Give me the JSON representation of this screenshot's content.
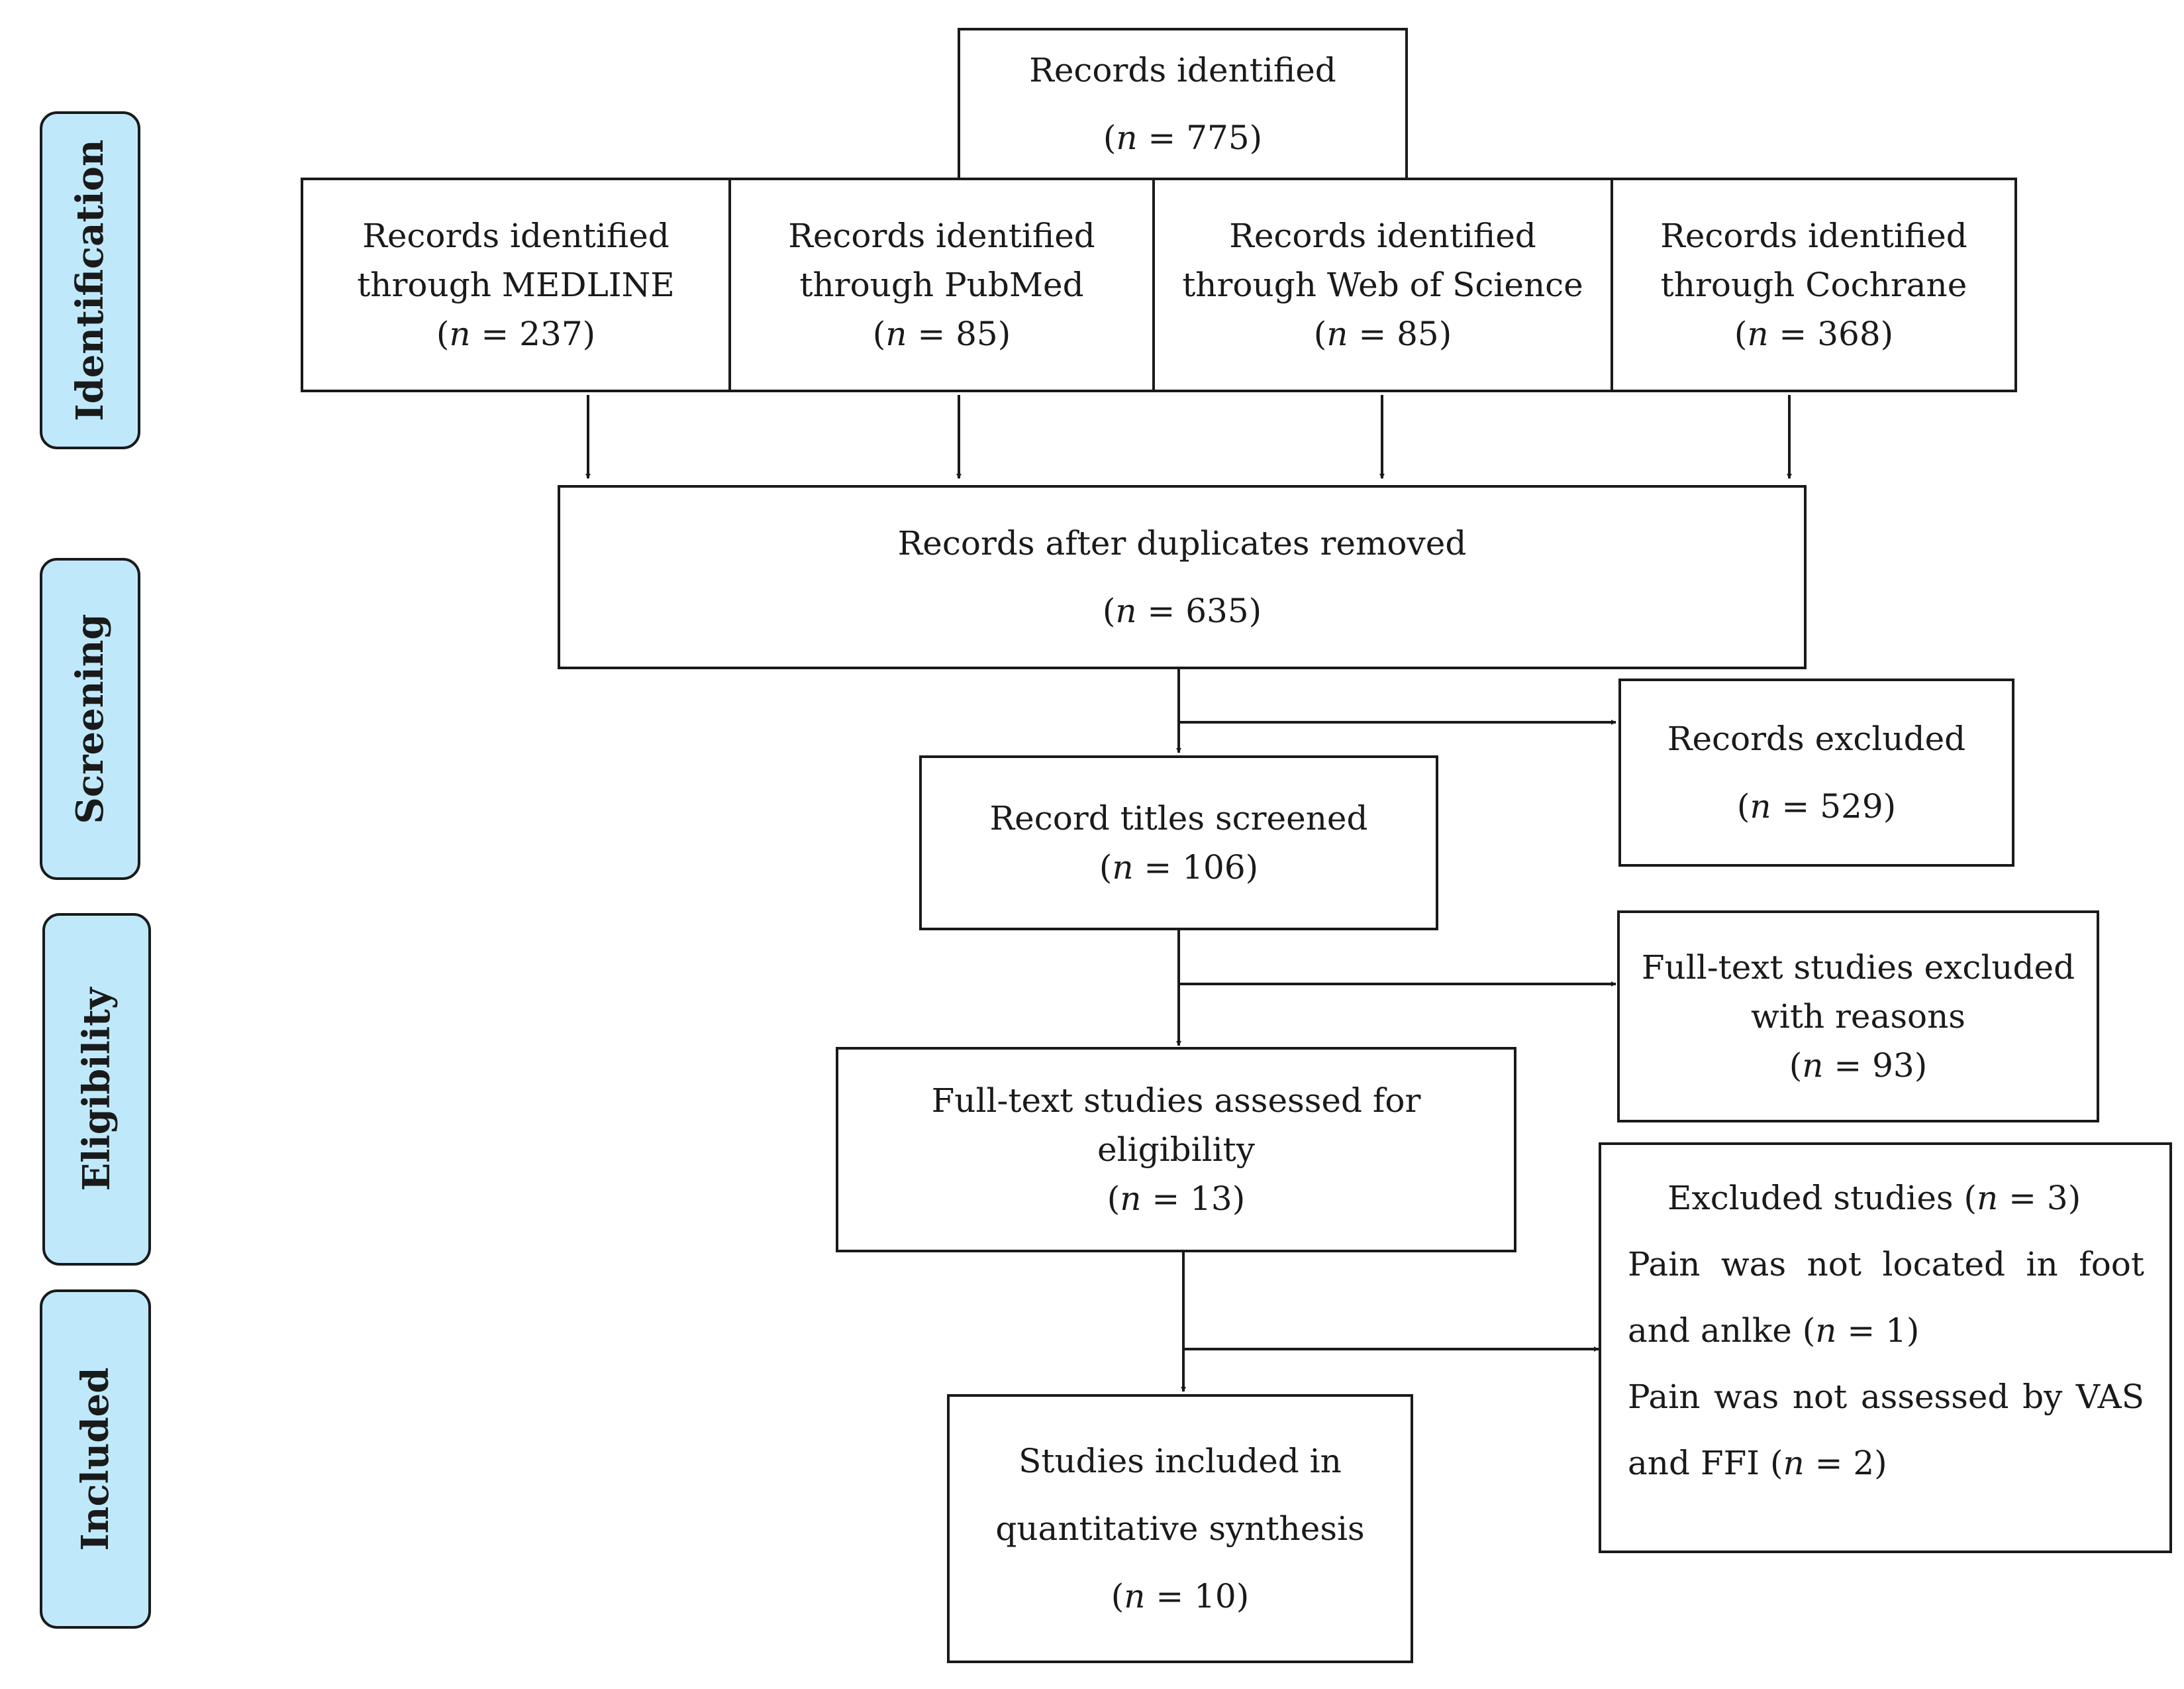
{
  "stages": {
    "identification": "Identification",
    "screening": "Screening",
    "eligibility": "Eligibility",
    "included": "Included"
  },
  "records_identified": {
    "label": "Records identified",
    "n": "775"
  },
  "sources": [
    {
      "line1": "Records identified",
      "line2": "through MEDLINE",
      "n": "237"
    },
    {
      "line1": "Records identified",
      "line2": "through PubMed",
      "n": "85"
    },
    {
      "line1": "Records identified",
      "line2": "through Web of Science",
      "n": "85"
    },
    {
      "line1": "Records identified",
      "line2": "through Cochrane",
      "n": "368"
    }
  ],
  "after_duplicates": {
    "label": "Records after duplicates removed",
    "n": "635"
  },
  "titles_screened": {
    "label": "Record titles screened",
    "n": "106"
  },
  "records_excluded": {
    "label": "Records excluded",
    "n": "529"
  },
  "fulltext_excluded": {
    "line1": "Full-text studies excluded",
    "line2": "with reasons",
    "n": "93"
  },
  "fulltext_assessed": {
    "line1": "Full-text studies assessed for",
    "line2": "eligibility",
    "n": "13"
  },
  "excluded_studies": {
    "header_label": "Excluded studies",
    "header_n": "3",
    "reason1_line1": "Pain was not located in foot",
    "reason1_line2_text": "and anlke",
    "reason1_n": "1",
    "reason2_line1": "Pain was not assessed by VAS",
    "reason2_line2_text": "and FFI",
    "reason2_n": "2"
  },
  "included_studies": {
    "line1": "Studies included in",
    "line2": "quantitative synthesis",
    "n": "10"
  },
  "n_symbol": "n",
  "colors": {
    "stage_fill": "#bfe9fb",
    "line": "#1a1a1a",
    "background": "#ffffff"
  }
}
